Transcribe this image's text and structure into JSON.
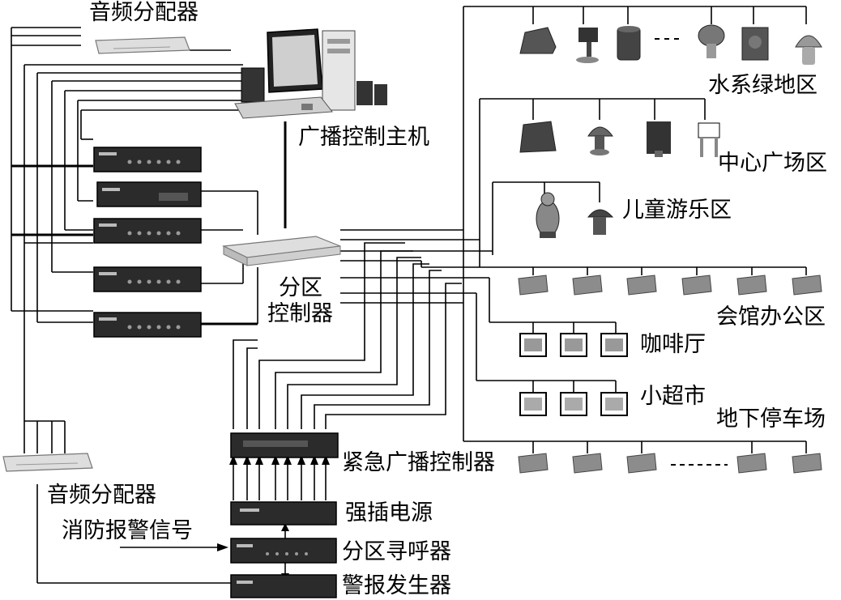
{
  "labels": {
    "audio_distributor_top": "音频分配器",
    "broadcast_host": "广播控制主机",
    "zone_controller_line1": "分区",
    "zone_controller_line2": "控制器",
    "audio_distributor_bottom": "音频分配器",
    "fire_alarm_signal": "消防报警信号",
    "emergency_controller": "紧急广播控制器",
    "power_strip": "强插电源",
    "zone_pager": "分区寻呼器",
    "alarm_generator": "警报发生器"
  },
  "zones": {
    "water_green": "水系绿地区",
    "central_plaza": "中心广场区",
    "children_play": "儿童游乐区",
    "office": "会馆办公区",
    "cafe": "咖啡厅",
    "supermarket": "小超市",
    "parking": "地下停车场"
  }
}
